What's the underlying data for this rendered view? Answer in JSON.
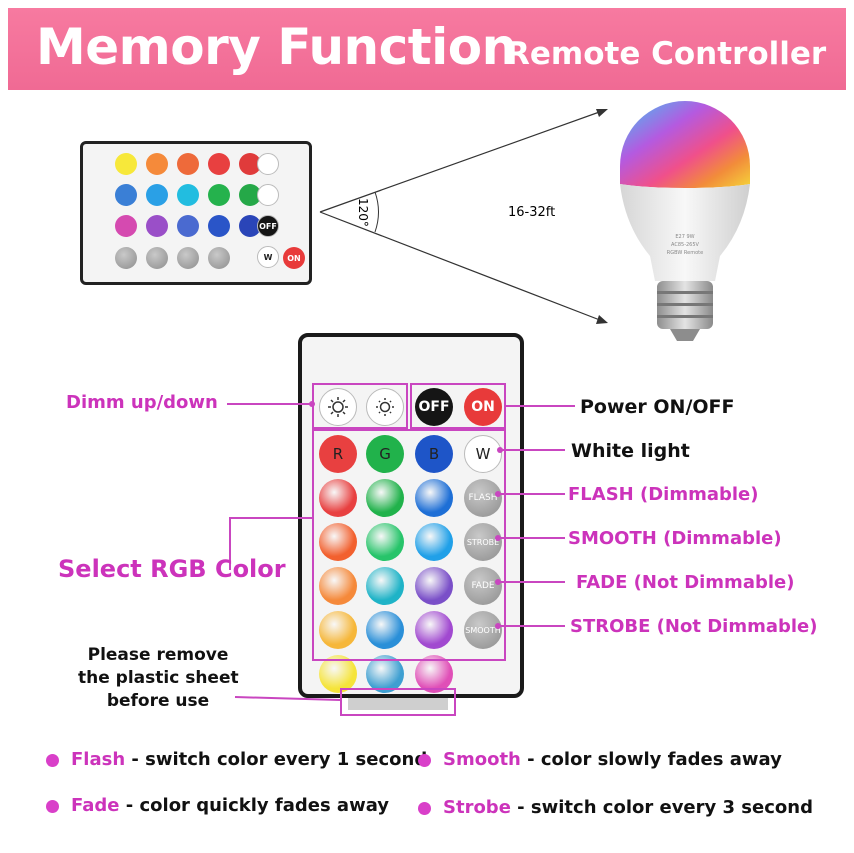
{
  "banner": {
    "title": "Memory Function",
    "subtitle": "Remote Controller"
  },
  "range": {
    "angle": "120°",
    "distance": "16-32ft"
  },
  "bulb": {
    "line1": "E27 9W",
    "line2": "AC85-265V",
    "line3": "RGBW Remote"
  },
  "remote": {
    "off": "OFF",
    "on": "ON",
    "r": "R",
    "g": "G",
    "b": "B",
    "w": "W",
    "flash": "FLASH",
    "strobe": "STROBE",
    "fade": "FADE",
    "smooth": "SMOOTH",
    "colors": [
      [
        "#e84040",
        "#21b24b",
        "#1e6fd6"
      ],
      [
        "#f2602e",
        "#27c46a",
        "#20a0e8"
      ],
      [
        "#f5893a",
        "#1fb3c7",
        "#7a4fc8"
      ],
      [
        "#f6b73a",
        "#2a8fd8",
        "#a149d0"
      ],
      [
        "#f5e43a",
        "#3e9fd1",
        "#e04fb7"
      ]
    ],
    "small_colors": [
      [
        "#f7e83a",
        "#f58a3a",
        "#ee6a3a",
        "#e84040",
        "#e03b3b"
      ],
      [
        "#3a7fd6",
        "#2aa0e6",
        "#22bde0",
        "#25b24d",
        "#25a848"
      ],
      [
        "#d54ab0",
        "#9a4fc8",
        "#4a6ad0",
        "#2a55c8",
        "#2a45b8"
      ]
    ]
  },
  "callouts": {
    "dimm": "Dimm up/down",
    "power": "Power ON/OFF",
    "white": "White light",
    "flash": "FLASH (Dimmable)",
    "smooth": "SMOOTH (Dimmable)",
    "fade": "FADE (Not Dimmable)",
    "strobe": "STROBE (Not Dimmable)",
    "select": "Select RGB Color",
    "sheet1": "Please remove",
    "sheet2": "the plastic sheet",
    "sheet3": "before use"
  },
  "legend": [
    {
      "term": "Flash",
      "desc": " - switch color every 1 second"
    },
    {
      "term": "Smooth",
      "desc": " - color slowly fades away"
    },
    {
      "term": "Fade",
      "desc": " - color quickly fades away"
    },
    {
      "term": "Strobe",
      "desc": " - switch color every 3 second"
    }
  ],
  "colors": {
    "accent": "#cc33bb",
    "banner": "#f27099"
  }
}
